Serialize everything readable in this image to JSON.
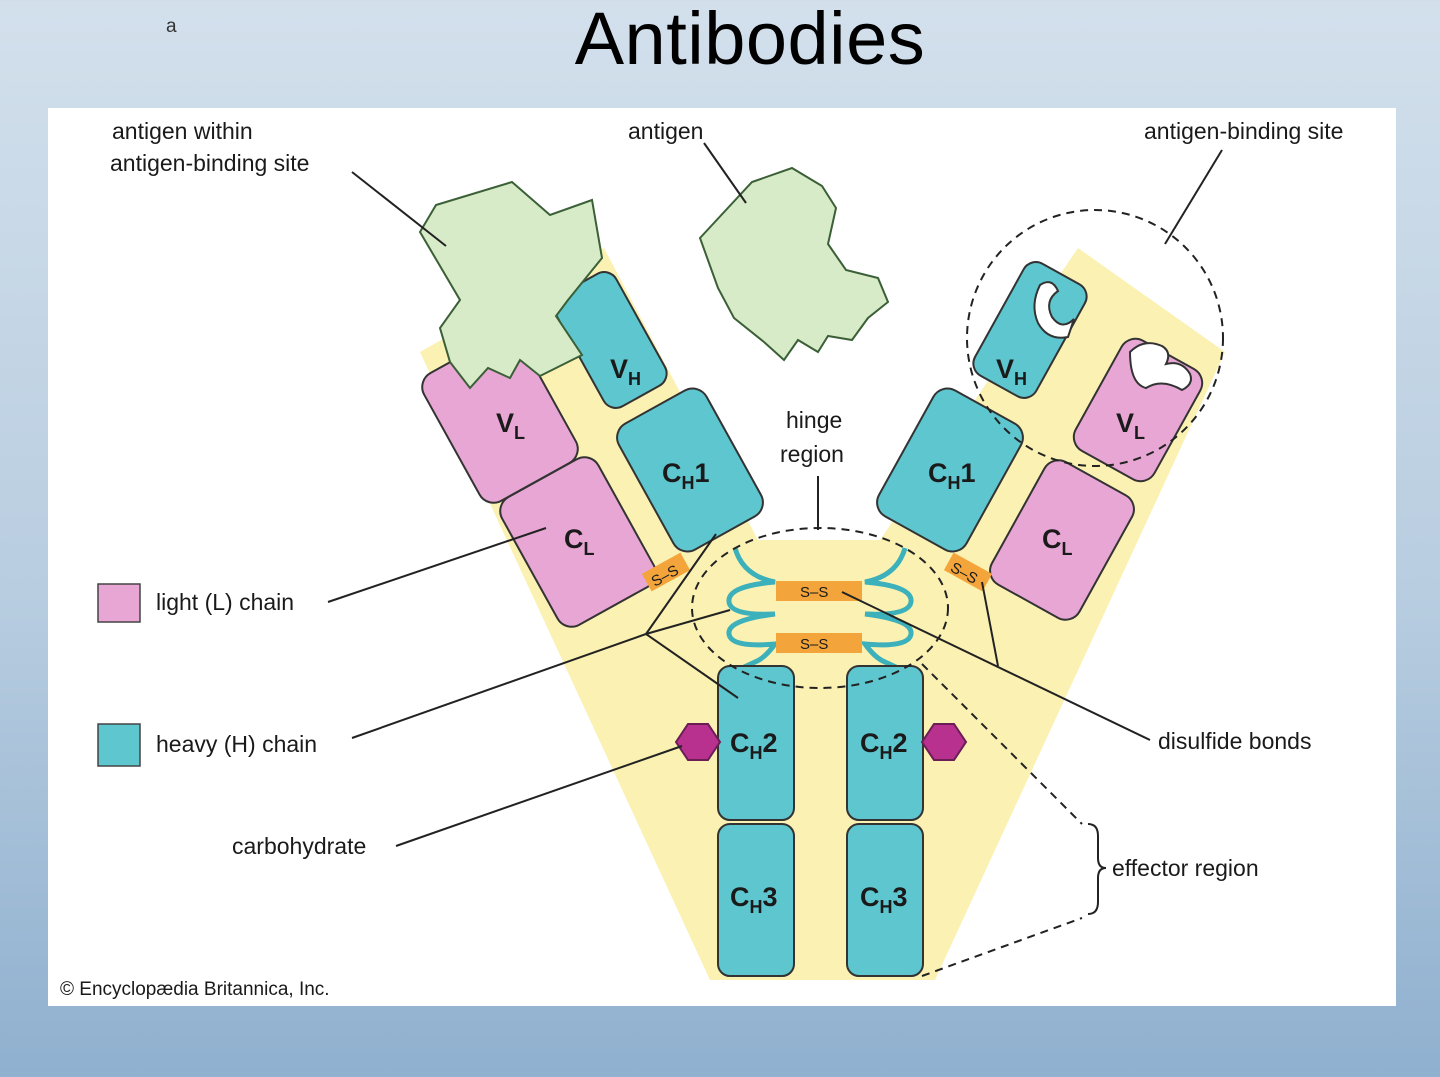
{
  "slide": {
    "label": "a",
    "title": "Antibodies"
  },
  "labels": {
    "antigen_within_1": "antigen within",
    "antigen_within_2": "antigen-binding site",
    "antigen": "antigen",
    "antigen_binding_site": "antigen-binding site",
    "hinge_1": "hinge",
    "hinge_2": "region",
    "light_chain": "light (L) chain",
    "heavy_chain": "heavy (H) chain",
    "carbohydrate": "carbohydrate",
    "disulfide_bonds": "disulfide bonds",
    "effector_region": "effector region"
  },
  "domains": {
    "vh_main": "V",
    "vh_sub": "H",
    "vl_main": "V",
    "vl_sub": "L",
    "ch1_main": "C",
    "ch1_sub": "H",
    "ch1_num": "1",
    "cl_main": "C",
    "cl_sub": "L",
    "ch2_main": "C",
    "ch2_sub": "H",
    "ch2_num": "2",
    "ch3_main": "C",
    "ch3_sub": "H",
    "ch3_num": "3"
  },
  "bond_text": "S–S",
  "copyright": "© Encyclopædia Britannica, Inc.",
  "colors": {
    "light_chain": "#e8a6d4",
    "heavy_chain": "#5ec6cf",
    "antigen": "#d7ebc8",
    "region_fill": "#fbf1b2",
    "disulfide": "#f3a43a",
    "carbohydrate": "#b8318f"
  }
}
